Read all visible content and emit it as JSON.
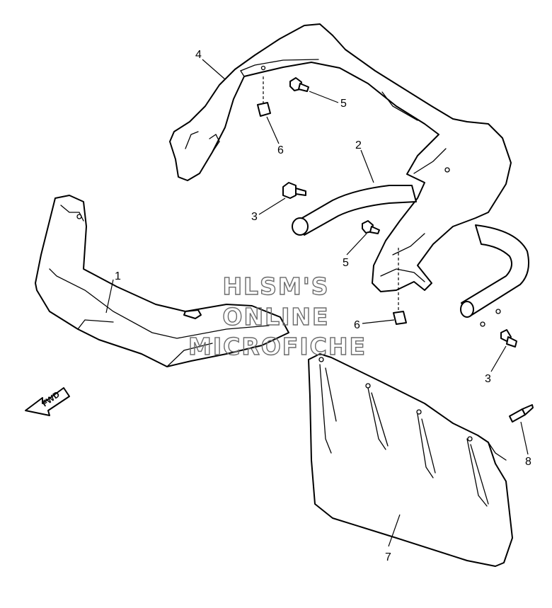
{
  "callouts": [
    {
      "id": "1",
      "label": "1"
    },
    {
      "id": "2",
      "label": "2"
    },
    {
      "id": "3a",
      "label": "3"
    },
    {
      "id": "3b",
      "label": "3"
    },
    {
      "id": "4",
      "label": "4"
    },
    {
      "id": "5a",
      "label": "5"
    },
    {
      "id": "5b",
      "label": "5"
    },
    {
      "id": "6a",
      "label": "6"
    },
    {
      "id": "6b",
      "label": "6"
    },
    {
      "id": "7",
      "label": "7"
    },
    {
      "id": "8",
      "label": "8"
    }
  ],
  "direction_arrow": {
    "label": "FWD"
  },
  "watermark": {
    "line1": "HLSM'S",
    "line2": "ONLINE",
    "line3": "MICROFICHE"
  }
}
